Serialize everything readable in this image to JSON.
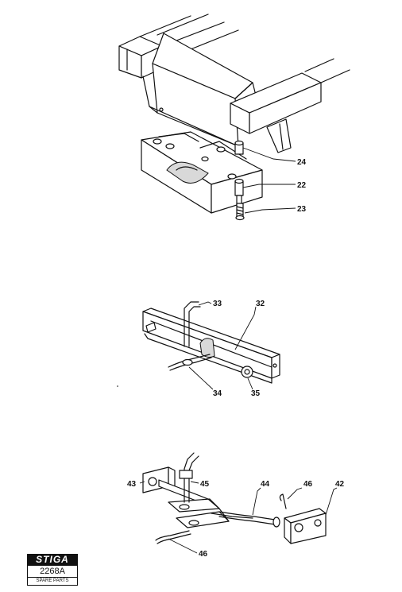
{
  "figure1": {
    "labels": {
      "p24": "24",
      "p22": "22",
      "p23": "23"
    }
  },
  "figure2": {
    "labels": {
      "p33": "33",
      "p32": "32",
      "p34": "34",
      "p35": "35"
    }
  },
  "figure3": {
    "labels": {
      "p43": "43",
      "p45": "45",
      "p44": "44",
      "p46a": "46",
      "p42": "42",
      "p46b": "46"
    }
  },
  "brand": {
    "logo": "STIGA",
    "code": "2268A",
    "subtitle": "SPARE PARTS"
  }
}
